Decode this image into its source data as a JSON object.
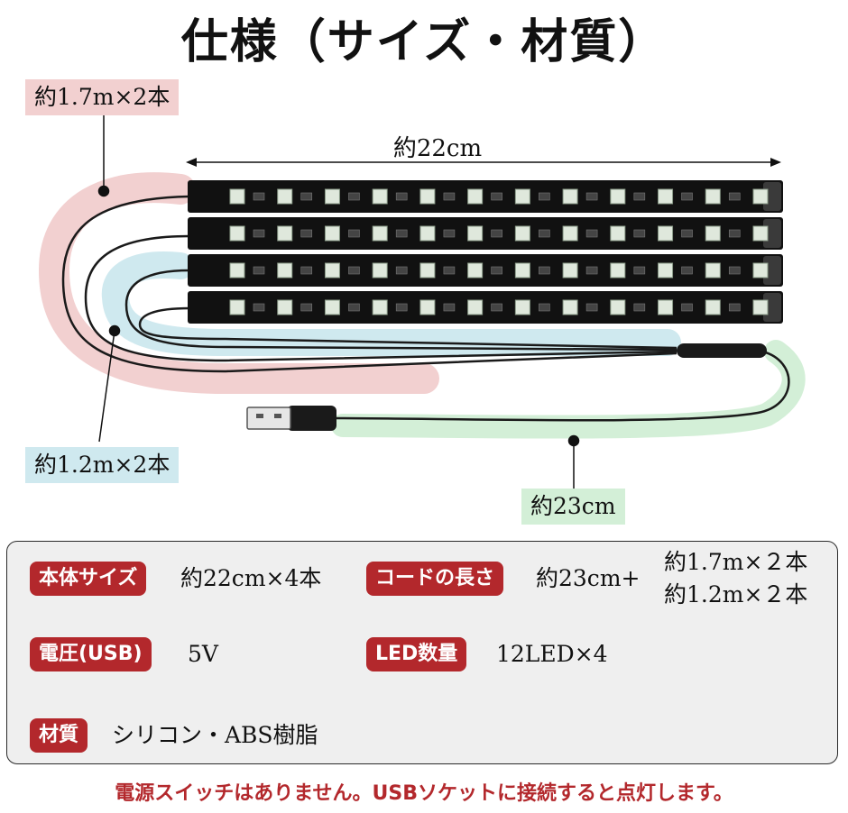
{
  "title": "仕様（サイズ・材質）",
  "illustration": {
    "callout_pink": "約1.7m×2本",
    "callout_blue": "約1.2m×2本",
    "callout_green": "約23cm",
    "width_label": "約22cm",
    "strip_count": 4,
    "leds_per_strip": 12,
    "colors": {
      "pink": "#f2d0d0",
      "blue": "#cfe9ef",
      "green": "#d3efd7",
      "strip": "#111111",
      "led": "#dfe8dc"
    }
  },
  "specs": {
    "size_label": "本体サイズ",
    "size_value": "約22cm×4本",
    "cord_label": "コードの長さ",
    "cord_value": "約23cm+",
    "cord_value_line1": "約1.7m×２本",
    "cord_value_line2": "約1.2m×２本",
    "voltage_label": "電圧(USB)",
    "voltage_value": "5V",
    "led_label": "LED数量",
    "led_value": "12LED×4",
    "material_label": "材質",
    "material_value": "シリコン・ABS樹脂"
  },
  "footer": "電源スイッチはありません。USBソケットに接続すると点灯します。",
  "accent": "#b3282c"
}
